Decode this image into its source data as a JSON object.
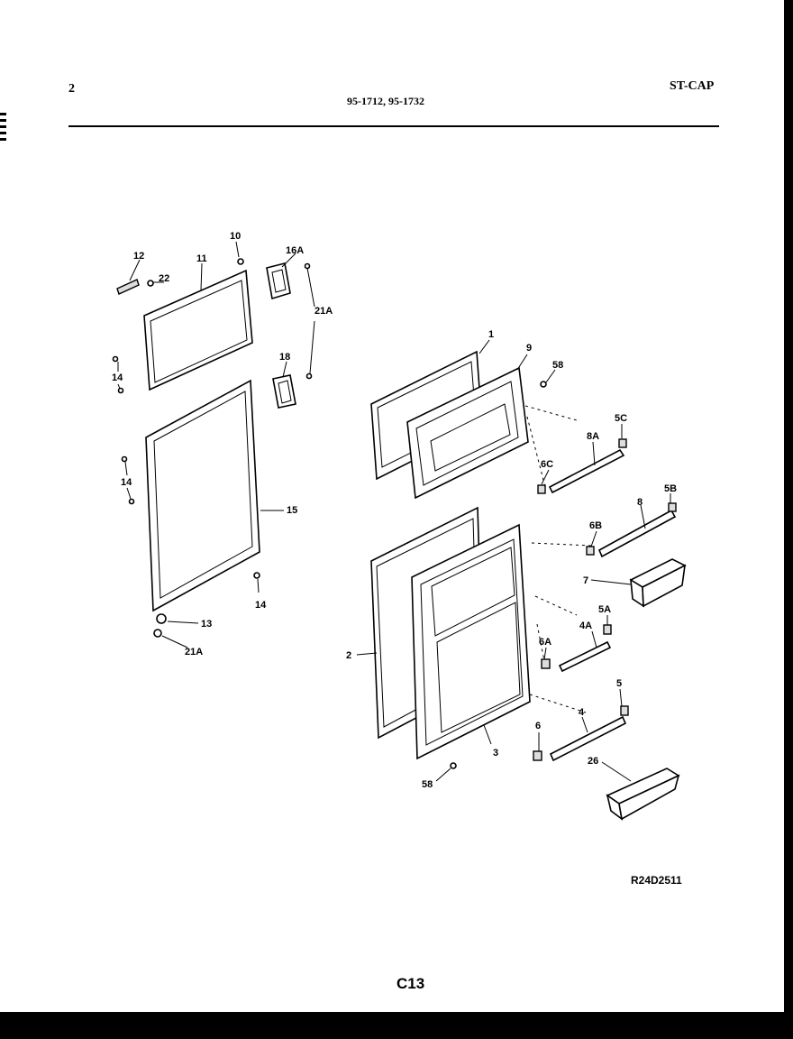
{
  "header": {
    "page_number": "2",
    "model_numbers": "95-1712, 95-1732",
    "section_code": "ST-CAP"
  },
  "footer": {
    "drawing_id": "R24D2511",
    "page_code": "C13"
  },
  "callouts": {
    "c1": "1",
    "c2": "2",
    "c3": "3",
    "c4": "4",
    "c4A": "4A",
    "c5": "5",
    "c5A": "5A",
    "c5B": "5B",
    "c5C": "5C",
    "c6": "6",
    "c6A": "6A",
    "c6B": "6B",
    "c6C": "6C",
    "c7": "7",
    "c8": "8",
    "c8A": "8A",
    "c9": "9",
    "c10": "10",
    "c11": "11",
    "c12": "12",
    "c13": "13",
    "c14a": "14",
    "c14b": "14",
    "c14c": "14",
    "c15": "15",
    "c16A": "16A",
    "c18": "18",
    "c21Aa": "21A",
    "c21Ab": "21A",
    "c22": "22",
    "c26": "26",
    "c58a": "58",
    "c58b": "58"
  }
}
